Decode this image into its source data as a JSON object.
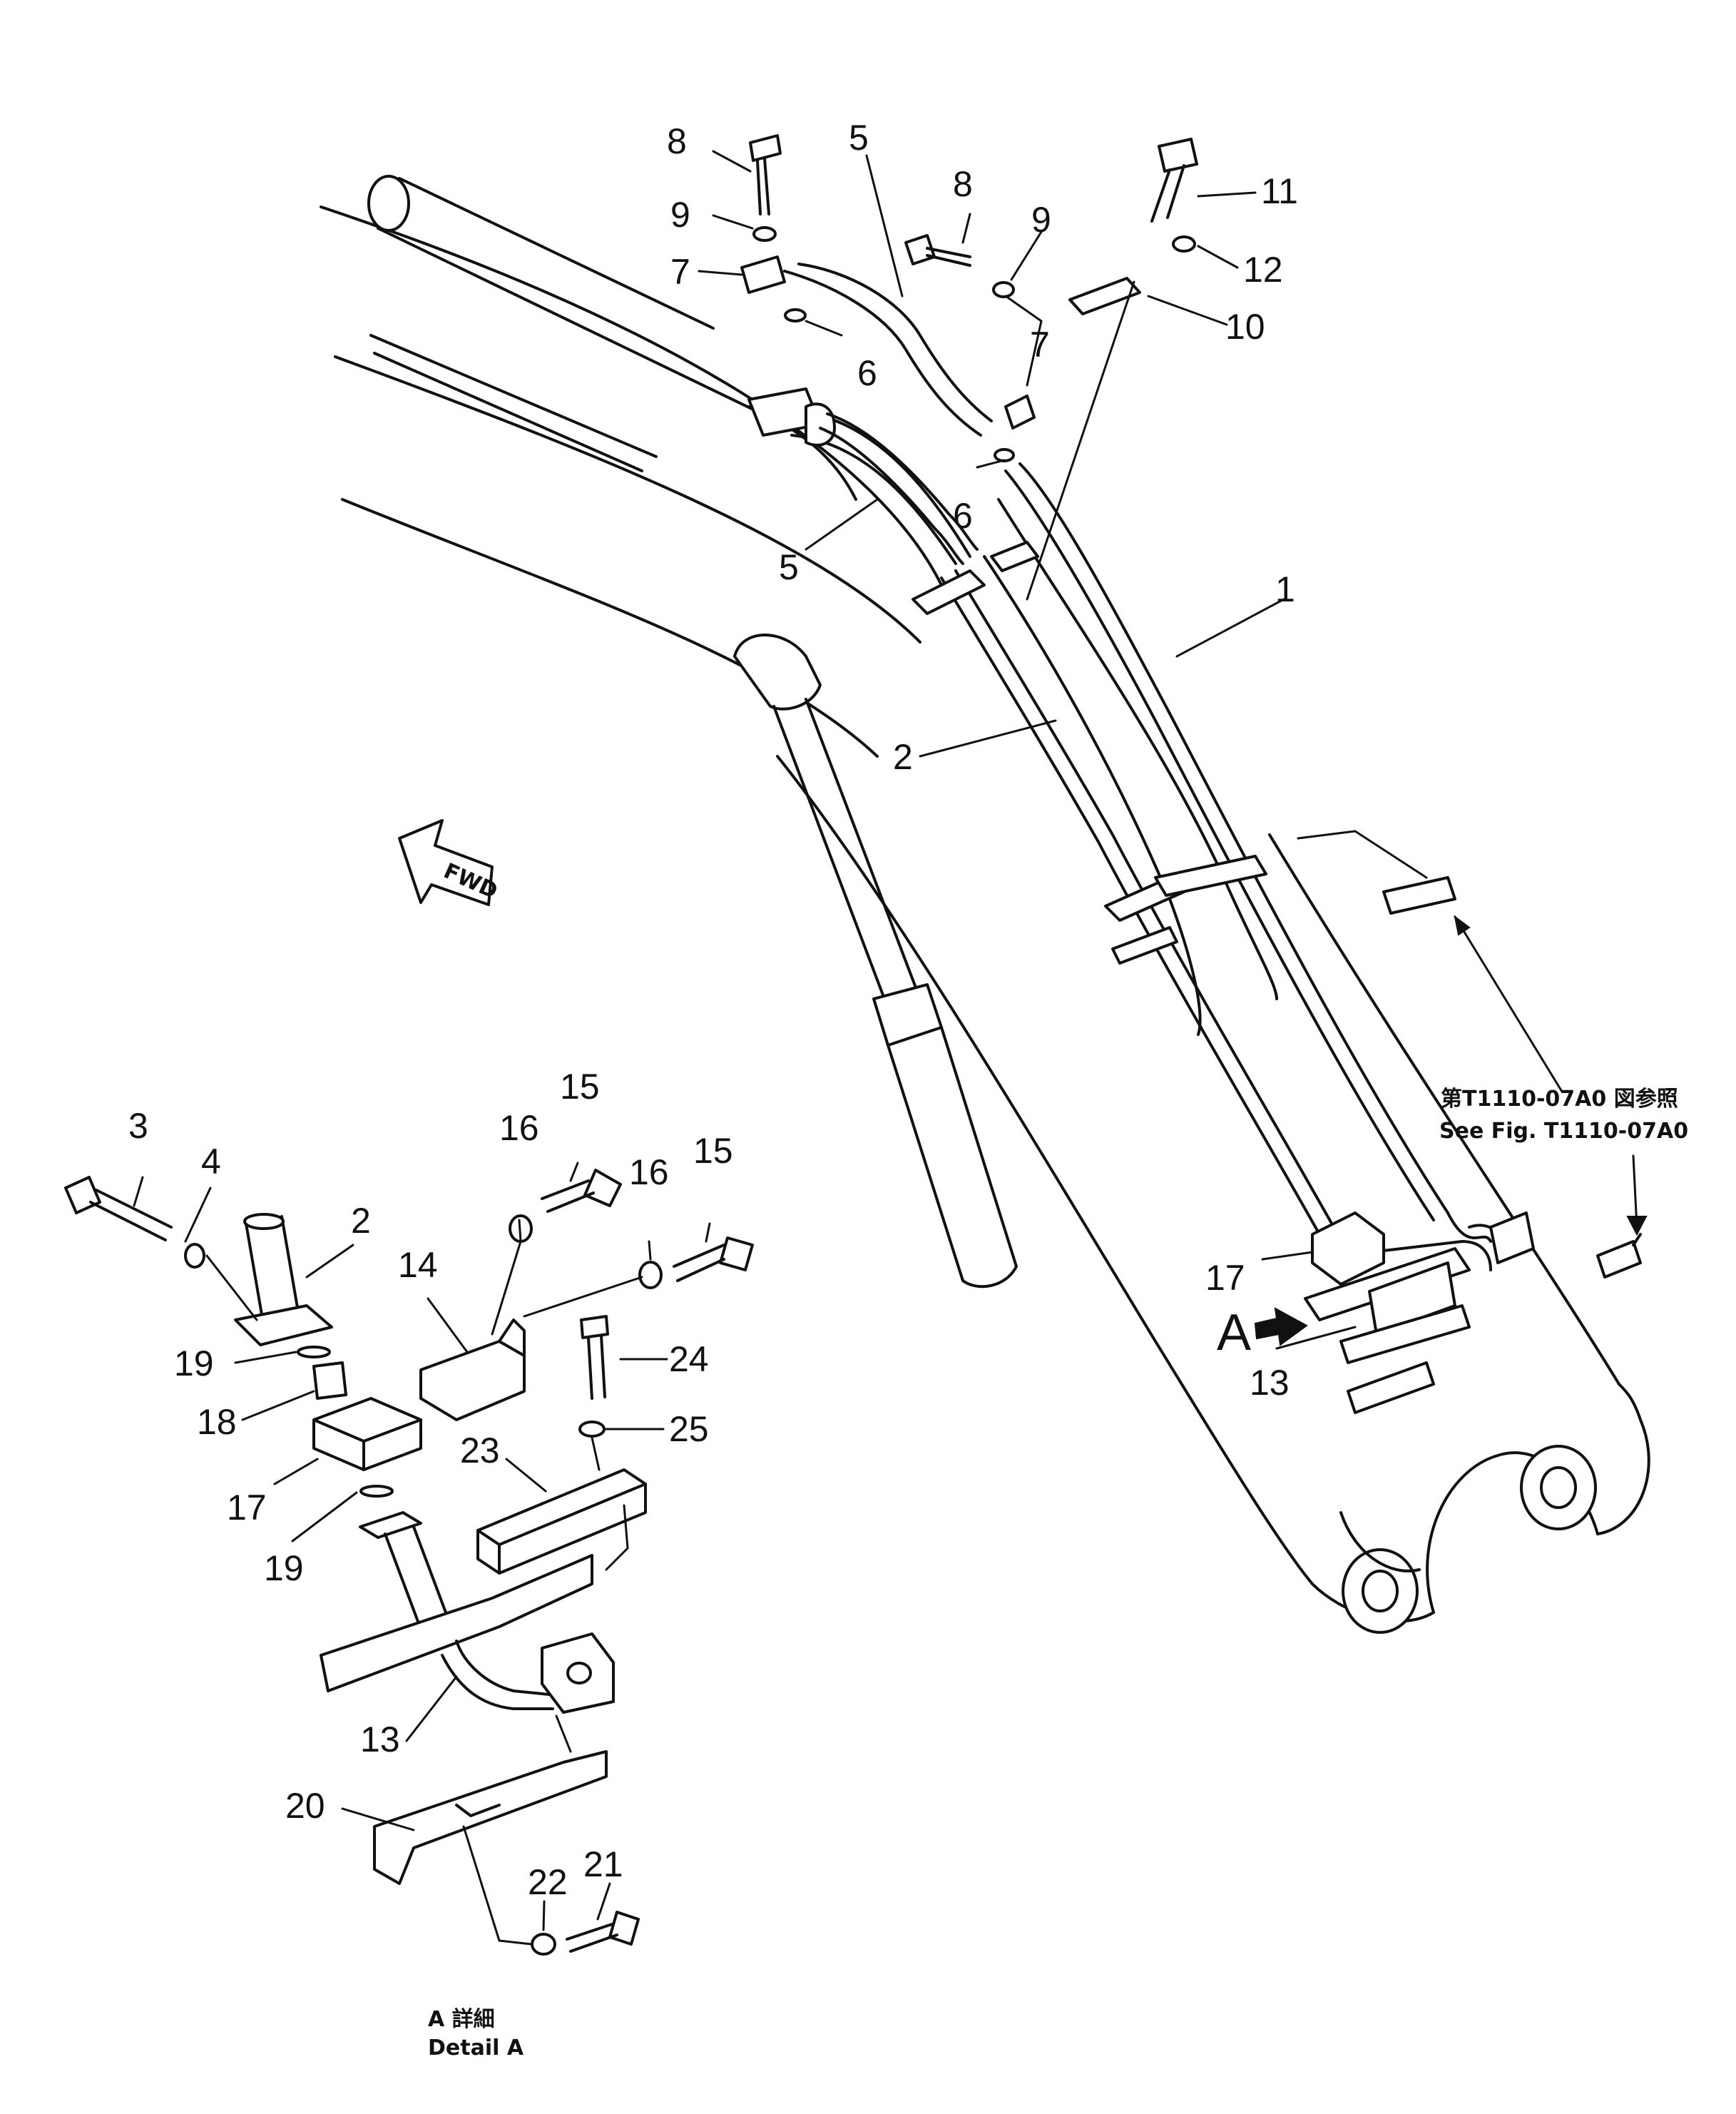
{
  "callouts": {
    "main_top_8": "8",
    "main_top_9": "9",
    "main_top_7": "7",
    "main_top_5": "5",
    "main_mid_8": "8",
    "main_mid_9": "9",
    "main_11": "11",
    "main_12": "12",
    "main_10": "10",
    "main_6a": "6",
    "main_7b": "7",
    "main_6b": "6",
    "main_5b": "5",
    "main_1": "1",
    "main_2": "2",
    "main_17": "17",
    "main_13": "13",
    "detail_3": "3",
    "detail_4": "4",
    "detail_2": "2",
    "detail_16a": "16",
    "detail_15a": "15",
    "detail_16b": "16",
    "detail_15b": "15",
    "detail_14": "14",
    "detail_19a": "19",
    "detail_18": "18",
    "detail_17": "17",
    "detail_19b": "19",
    "detail_24": "24",
    "detail_25": "25",
    "detail_23": "23",
    "detail_13": "13",
    "detail_20": "20",
    "detail_22": "22",
    "detail_21": "21"
  },
  "marker_a": "A",
  "fwd_label": "FWD",
  "see_fig_jp": "第T1110-07A0 図参照",
  "see_fig_en": "See Fig. T1110-07A0",
  "detail_title_jp": "A 詳細",
  "detail_title_en": "Detail A"
}
